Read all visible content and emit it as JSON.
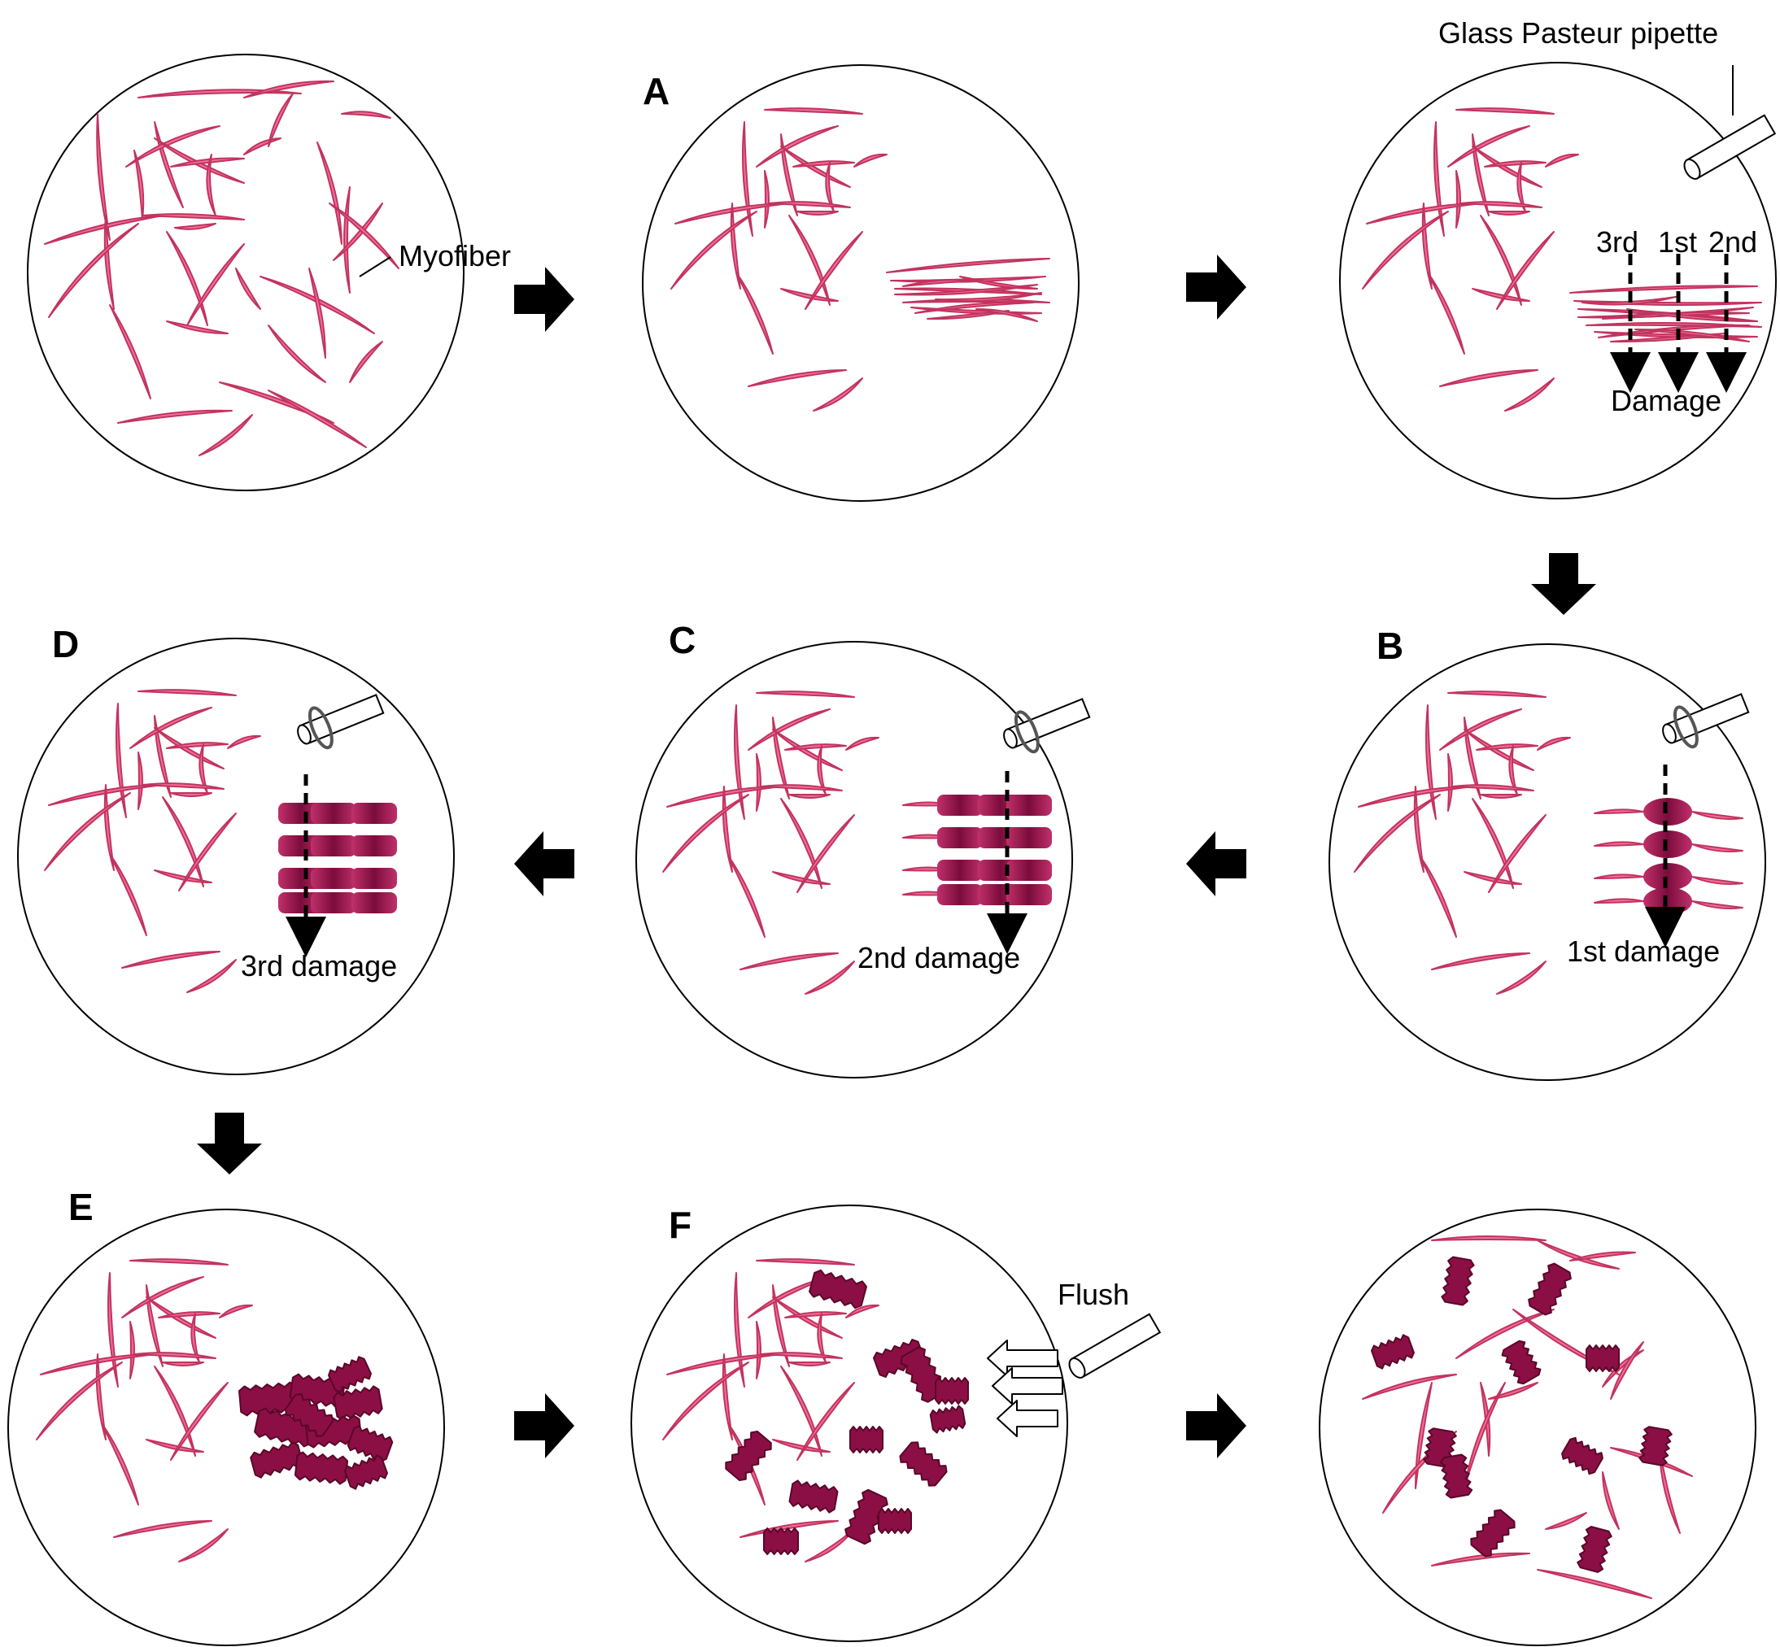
{
  "labels": {
    "myofiber": "Myofiber",
    "pipette": "Glass Pasteur pipette",
    "third": "3rd",
    "first": "1st",
    "second": "2nd",
    "damage": "Damage",
    "first_damage": "1st damage",
    "second_damage": "2nd damage",
    "third_damage": "3rd damage",
    "flush": "Flush"
  },
  "steps": [
    {
      "id": "start",
      "label": ""
    },
    {
      "id": "A",
      "label": "A"
    },
    {
      "id": "pipette",
      "label": ""
    },
    {
      "id": "B",
      "label": "B"
    },
    {
      "id": "C",
      "label": "C"
    },
    {
      "id": "D",
      "label": "D"
    },
    {
      "id": "E",
      "label": "E"
    },
    {
      "id": "F",
      "label": "F"
    },
    {
      "id": "end",
      "label": ""
    }
  ],
  "colors": {
    "myofiber": "#f0709a",
    "myofiber_outline": "#c2335f",
    "fragment": "#8b0f45",
    "arrow": "#000000"
  },
  "icons": [
    "arrow-right-icon",
    "arrow-left-icon",
    "arrow-down-icon",
    "pipette-icon",
    "rotation-icon",
    "flush-arrows-icon"
  ]
}
